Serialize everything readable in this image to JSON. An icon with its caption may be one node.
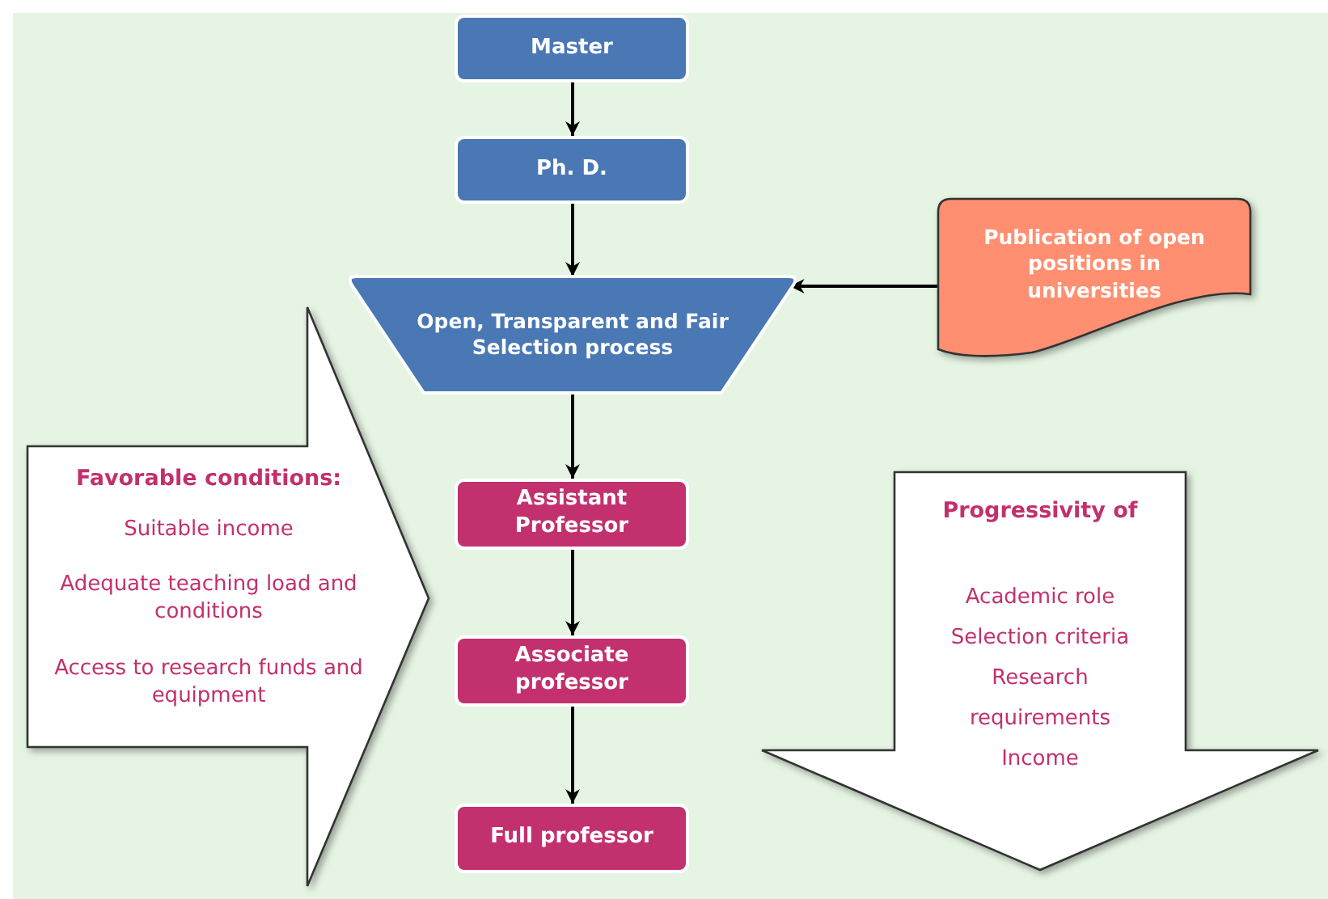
{
  "diagram": {
    "nodes": [
      {
        "text": [
          "Master"
        ]
      },
      {
        "text": [
          "Ph. D."
        ]
      },
      {
        "text": [
          "Open, Transparent and Fair Selection process"
        ]
      },
      {
        "text": [
          "Publication of open positions in universities"
        ]
      },
      {
        "text": [
          "Assistant Professor"
        ]
      },
      {
        "text": [
          "Associate professor"
        ]
      },
      {
        "text": [
          "Full professor"
        ]
      },
      {
        "text": [
          "Favorable conditions:",
          "Suitable income",
          "Adequate teaching load and conditions",
          "Access to research funds and equipment"
        ]
      },
      {
        "text": [
          "Progressivity of",
          "Academic role",
          "Selection criteria",
          "Research requirements",
          "Income"
        ]
      }
    ],
    "edges": [
      {
        "from": 0,
        "to": 1,
        "arrow": "to"
      },
      {
        "from": 1,
        "to": 2,
        "arrow": "to"
      },
      {
        "from": 3,
        "to": 2,
        "arrow": "to"
      },
      {
        "from": 2,
        "to": 4,
        "arrow": "to"
      },
      {
        "from": 4,
        "to": 5,
        "arrow": "to"
      },
      {
        "from": 5,
        "to": 6,
        "arrow": "to"
      }
    ]
  }
}
